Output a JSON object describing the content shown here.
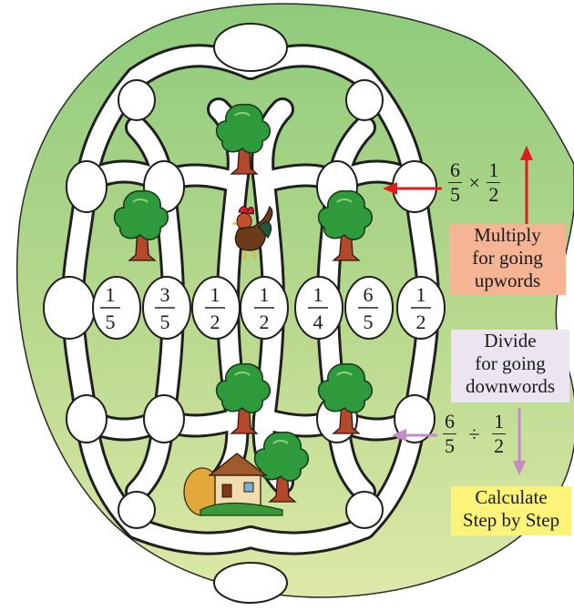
{
  "maze": {
    "fractions": [
      {
        "numerator": "1",
        "denominator": "5"
      },
      {
        "numerator": "3",
        "denominator": "5"
      },
      {
        "numerator": "1",
        "denominator": "2"
      },
      {
        "numerator": "1",
        "denominator": "2"
      },
      {
        "numerator": "1",
        "denominator": "4"
      },
      {
        "numerator": "6",
        "denominator": "5"
      },
      {
        "numerator": "1",
        "denominator": "2"
      }
    ]
  },
  "multiply_example": {
    "left": {
      "numerator": "6",
      "denominator": "5"
    },
    "operator": "×",
    "right": {
      "numerator": "1",
      "denominator": "2"
    }
  },
  "divide_example": {
    "left": {
      "numerator": "6",
      "denominator": "5"
    },
    "operator": "÷",
    "right": {
      "numerator": "1",
      "denominator": "2"
    }
  },
  "labels": {
    "multiply_line1": "Multiply",
    "multiply_line2": "for going",
    "multiply_line3": "upwords",
    "divide_line1": "Divide",
    "divide_line2": "for going",
    "divide_line3": "downwords",
    "calculate_line1": "Calculate",
    "calculate_line2": "Step by Step"
  },
  "colors": {
    "island_light": "#d4e6a4",
    "island_dark": "#7cc070",
    "path": "#ffffff",
    "path_outline": "#1f1f1f",
    "multiply_box": "#f5b493",
    "divide_box": "#ece4f1",
    "calculate_box": "#fcf37a",
    "arrow_up": "#e11b1b",
    "arrow_down": "#c58ac8"
  },
  "icons": [
    "tree-icon",
    "rooster-icon",
    "farmhouse-icon",
    "arrow-up-icon",
    "arrow-down-icon"
  ]
}
